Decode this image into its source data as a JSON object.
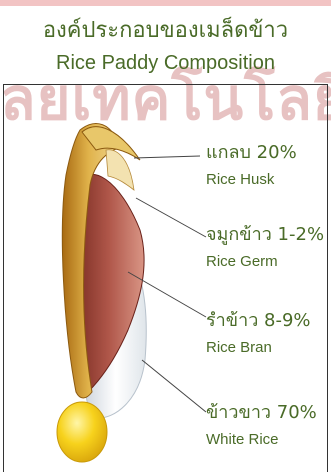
{
  "watermark": "ลยเทคโนโลยีส",
  "title": {
    "thai": "องค์ประกอบของเมล็ดข้าว",
    "english": "Rice Paddy Composition"
  },
  "components": [
    {
      "thai": "แกลบ 20%",
      "english": "Rice Husk",
      "percent": 20
    },
    {
      "thai": "จมูกข้าว 1-2%",
      "english": "Rice Germ",
      "percent_range": [
        1,
        2
      ]
    },
    {
      "thai": "รำข้าว 8-9%",
      "english": "Rice Bran",
      "percent_range": [
        8,
        9
      ]
    },
    {
      "thai": "ข้าวขาว 70%",
      "english": "White Rice",
      "percent": 70
    }
  ]
}
